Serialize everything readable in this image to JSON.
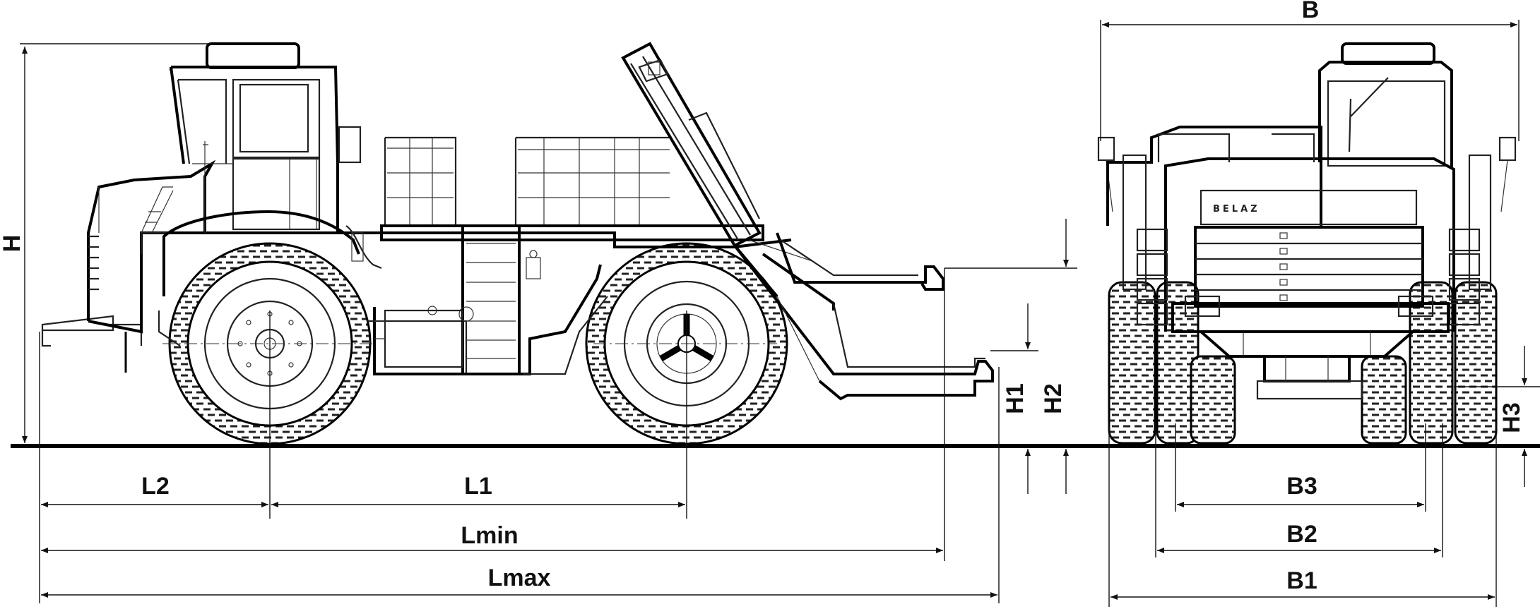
{
  "dimension_labels": {
    "H": "H",
    "L2": "L2",
    "L1": "L1",
    "Lmin": "Lmin",
    "Lmax": "Lmax",
    "H1": "H1",
    "H2": "H2",
    "B": "B",
    "B1": "B1",
    "B2": "B2",
    "B3": "B3",
    "H3": "H3"
  },
  "logo": "BELAZ"
}
